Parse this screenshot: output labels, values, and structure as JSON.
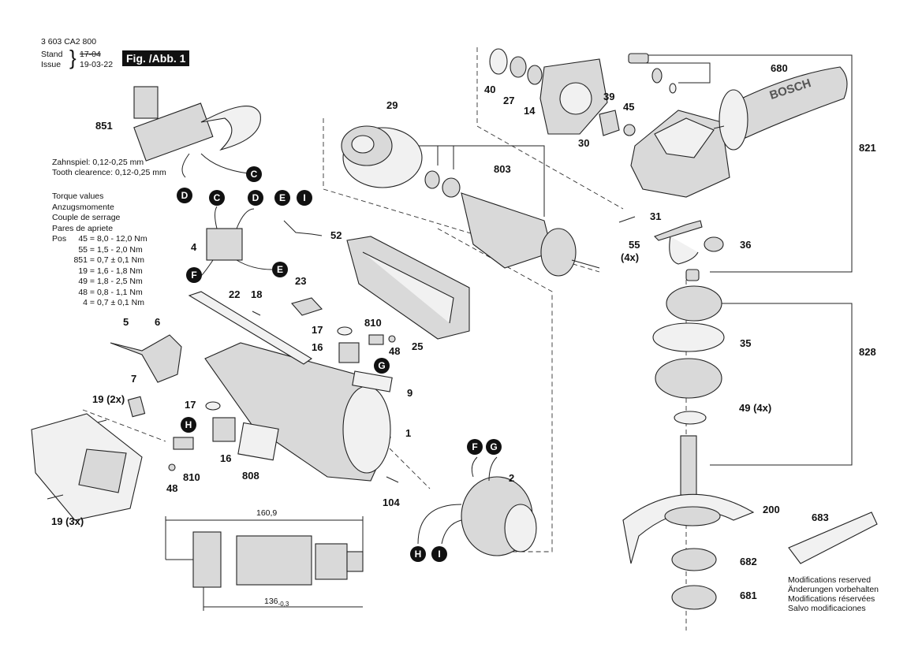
{
  "header": {
    "part_number": "3 603 CA2 800",
    "stand_label": "Stand",
    "issue_label": "Issue",
    "stand_old": "17-04",
    "issue_date": "19-03-22",
    "figure_label": "Fig. /Abb. 1"
  },
  "tooth_clearance": {
    "line1": "Zahnspiel:   0,12-0,25 mm",
    "line2": "Tooth clearence: 0,12-0,25 mm"
  },
  "torque": {
    "titles": [
      "Torque values",
      "Anzugsmomente",
      "Couple de serrage",
      "Pares de apriete"
    ],
    "pos_label": "Pos",
    "rows": [
      {
        "pos": "45",
        "value": "= 8,0 - 12,0 Nm"
      },
      {
        "pos": "55",
        "value": "= 1,5 - 2,0 Nm"
      },
      {
        "pos": "851",
        "value": "= 0,7 ± 0,1 Nm"
      },
      {
        "pos": "19",
        "value": "= 1,6 - 1,8 Nm"
      },
      {
        "pos": "49",
        "value": "= 1,8 - 2,5 Nm"
      },
      {
        "pos": "48",
        "value": "= 0,8 - 1,1 Nm"
      },
      {
        "pos": "4",
        "value": "= 0,7 ± 0,1 Nm"
      }
    ]
  },
  "part_labels": {
    "p851": "851",
    "p29": "29",
    "p40": "40",
    "p27": "27",
    "p14": "14",
    "p39": "39",
    "p45": "45",
    "p30": "30",
    "p803": "803",
    "p680": "680",
    "p821": "821",
    "p31": "31",
    "p55": "55",
    "p55q": "(4x)",
    "p36": "36",
    "p52": "52",
    "p4": "4",
    "p23": "23",
    "p22": "22",
    "p18": "18",
    "p17a": "17",
    "p810a": "810",
    "p16a": "16",
    "p48a": "48",
    "p25": "25",
    "p5": "5",
    "p6": "6",
    "p7": "7",
    "p19a": "19 (2x)",
    "p9": "9",
    "p17b": "17",
    "p1": "1",
    "p16b": "16",
    "p808": "808",
    "p810b": "810",
    "p48b": "48",
    "p19b": "19 (3x)",
    "p104": "104",
    "p2": "2",
    "p35": "35",
    "p828": "828",
    "p49": "49 (4x)",
    "p200": "200",
    "p683": "683",
    "p682": "682",
    "p681": "681"
  },
  "callouts": {
    "c_C1": "C",
    "c_D1": "D",
    "c_C2": "C",
    "c_D2": "D",
    "c_E1": "E",
    "c_I1": "I",
    "c_F1": "F",
    "c_E2": "E",
    "c_G1": "G",
    "c_H1": "H",
    "c_F2": "F",
    "c_G2": "G",
    "c_H2": "H",
    "c_I2": "I"
  },
  "dimensions": {
    "length_total": "160,9",
    "length_shaft": "136",
    "tolerance": "-0,3"
  },
  "disclaimer": [
    "Modifications reserved",
    "Änderungen vorbehalten",
    "Modifications réservées",
    "Salvo modificaciones"
  ],
  "handle_brand": "BOSCH"
}
